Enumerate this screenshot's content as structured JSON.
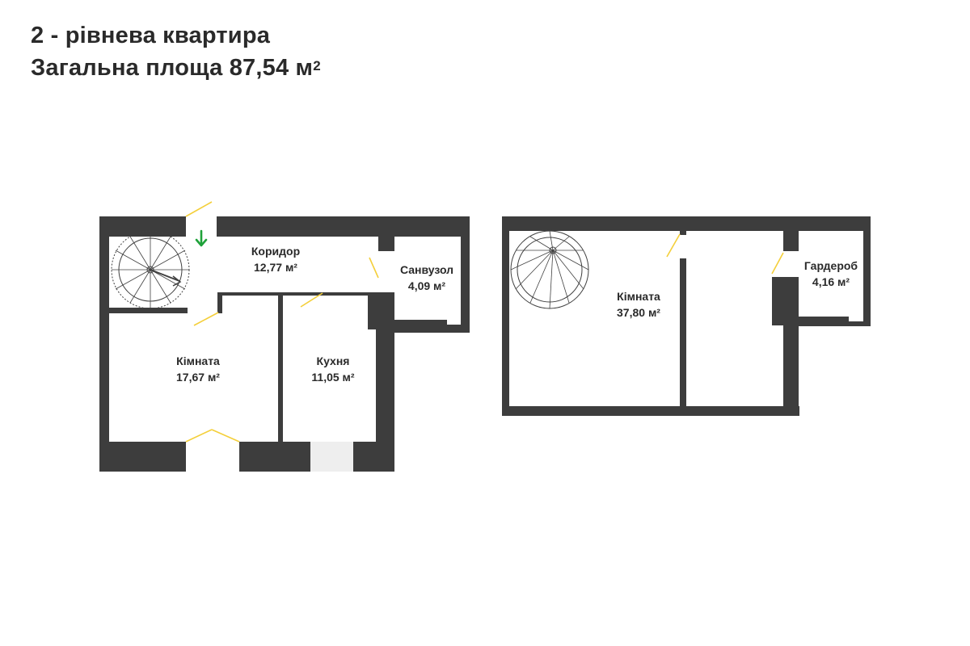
{
  "title": {
    "line1": "2 - рівнева квартира",
    "line2": "Загальна площа 87,54 м",
    "line2_sup": "2"
  },
  "colors": {
    "wall": "#3d3d3d",
    "door": "#f4cf3a",
    "arrow": "#1fa23a",
    "balcony": "#eeeeee",
    "stair": "#404040"
  },
  "icons": {
    "entrance": "entrance-arrow-icon",
    "stair": "spiral-stair-icon"
  },
  "level1": {
    "rooms": {
      "corridor": {
        "name": "Коридор",
        "area": "12,77 м²"
      },
      "bathroom": {
        "name": "Санвузол",
        "area": "4,09 м²"
      },
      "room": {
        "name": "Кімната",
        "area": "17,67 м²"
      },
      "kitchen": {
        "name": "Кухня",
        "area": "11,05 м²"
      }
    }
  },
  "level2": {
    "rooms": {
      "room": {
        "name": "Кімната",
        "area": "37,80 м²"
      },
      "wardrobe": {
        "name": "Гардероб",
        "area": "4,16 м²"
      }
    }
  }
}
